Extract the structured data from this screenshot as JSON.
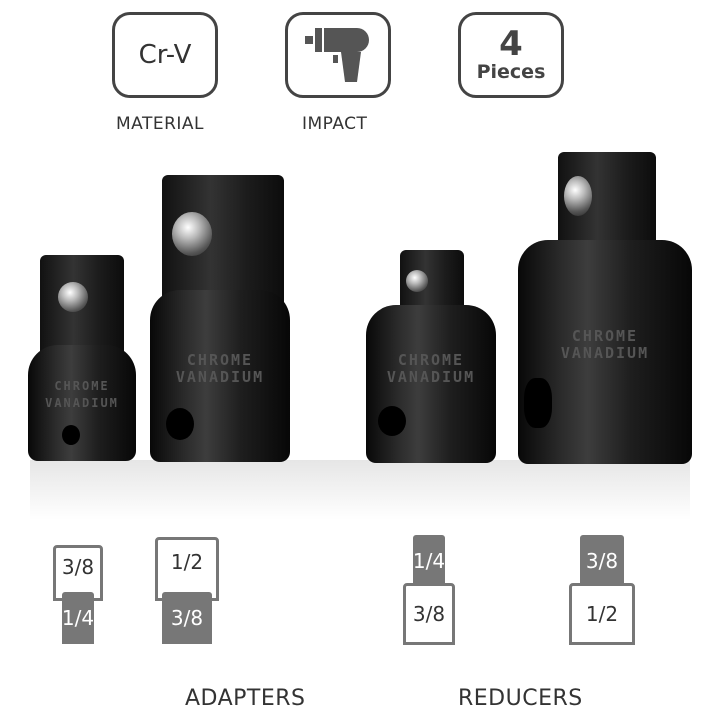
{
  "features": [
    {
      "label": "MATERIAL",
      "badge_text": "Cr-V",
      "icon": "text-badge"
    },
    {
      "label": "IMPACT",
      "badge_text": "",
      "icon": "impact-wrench-icon"
    },
    {
      "label": "",
      "badge_number": "4",
      "badge_text": "Pieces",
      "icon": "count-badge"
    }
  ],
  "engraving": {
    "line1": "CHROME",
    "line2": "VANADIUM"
  },
  "adapters": {
    "label": "ADAPTERS",
    "items": [
      {
        "top": "3/8",
        "bottom": "1/4"
      },
      {
        "top": "1/2",
        "bottom": "3/8"
      }
    ]
  },
  "reducers": {
    "label": "REDUCERS",
    "items": [
      {
        "top": "1/4",
        "bottom": "3/8"
      },
      {
        "top": "3/8",
        "bottom": "1/2"
      }
    ]
  },
  "colors": {
    "outline": "#444444",
    "size_fill": "#777777",
    "tool": "#1a1a1a"
  }
}
